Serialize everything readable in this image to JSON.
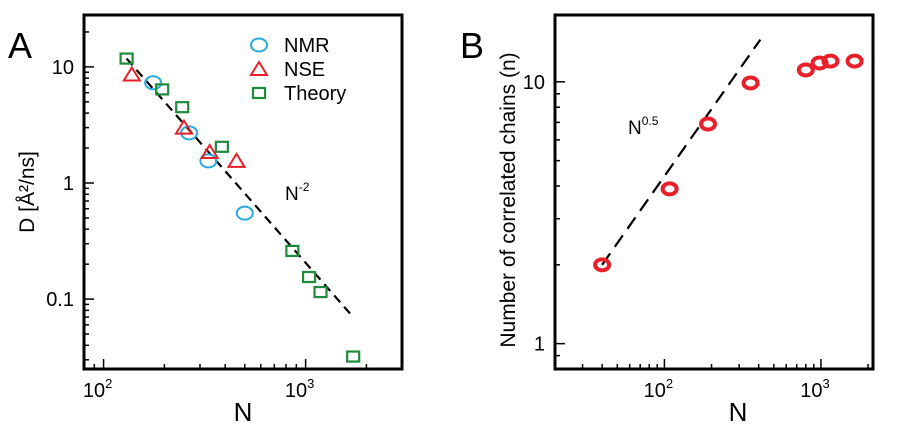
{
  "chart_data": [
    {
      "panel_label": "A",
      "type": "scatter",
      "xlabel": "N",
      "ylabel": "D  [Å²/ns]",
      "x_scale": "log",
      "y_scale": "log",
      "xlim": [
        80,
        3000
      ],
      "ylim": [
        0.025,
        28
      ],
      "x_ticks": [
        {
          "value": 100,
          "base": "10",
          "exp": "2"
        },
        {
          "value": 1000,
          "base": "10",
          "exp": "3"
        }
      ],
      "y_ticks": [
        {
          "value": 0.1,
          "label": "0.1"
        },
        {
          "value": 1,
          "label": "1"
        },
        {
          "value": 10,
          "label": "10"
        }
      ],
      "legend_position": "top-right",
      "series": [
        {
          "name": "NMR",
          "marker": "circle",
          "color": "#29a8e0",
          "points": [
            [
              176,
              7.3
            ],
            [
              265,
              2.7
            ],
            [
              330,
              1.55
            ],
            [
              500,
              0.55
            ]
          ]
        },
        {
          "name": "NSE",
          "marker": "triangle",
          "color": "#e8202a",
          "points": [
            [
              138,
              8.6
            ],
            [
              250,
              3.0
            ],
            [
              335,
              1.85
            ],
            [
              455,
              1.55
            ]
          ]
        },
        {
          "name": "Theory",
          "marker": "square",
          "color": "#1e8a3c",
          "points": [
            [
              130,
              11.8
            ],
            [
              195,
              6.4
            ],
            [
              245,
              4.5
            ],
            [
              385,
              2.05
            ],
            [
              860,
              0.26
            ],
            [
              1040,
              0.155
            ],
            [
              1185,
              0.115
            ],
            [
              1720,
              0.032
            ]
          ]
        }
      ],
      "fit_line": {
        "label_base": "N",
        "label_exp": "-2",
        "slope": -2,
        "from": [
          130,
          11.8
        ],
        "to": [
          1720,
          0.07
        ]
      }
    },
    {
      "panel_label": "B",
      "type": "scatter",
      "xlabel": "N",
      "ylabel": "Number of correlated chains (n)",
      "x_scale": "log",
      "y_scale": "log",
      "xlim": [
        20,
        2150
      ],
      "ylim": [
        0.8,
        18
      ],
      "x_ticks": [
        {
          "value": 100,
          "base": "10",
          "exp": "2"
        },
        {
          "value": 1000,
          "base": "10",
          "exp": "3"
        }
      ],
      "y_ticks": [
        {
          "value": 1,
          "label": "1"
        },
        {
          "value": 10,
          "label": "10"
        }
      ],
      "series": [
        {
          "name": "",
          "marker": "ring",
          "color": "#e8202a",
          "points": [
            [
              40,
              2.0
            ],
            [
              108,
              3.9
            ],
            [
              190,
              6.9
            ],
            [
              355,
              9.9
            ],
            [
              800,
              11.1
            ],
            [
              980,
              11.8
            ],
            [
              1150,
              12.0
            ],
            [
              1640,
              12.0
            ]
          ]
        }
      ],
      "fit_line": {
        "label_base": "N",
        "label_exp": "0.5",
        "slope": 0.5,
        "from": [
          40,
          2.0
        ],
        "to": [
          410,
          14.5
        ]
      }
    }
  ]
}
